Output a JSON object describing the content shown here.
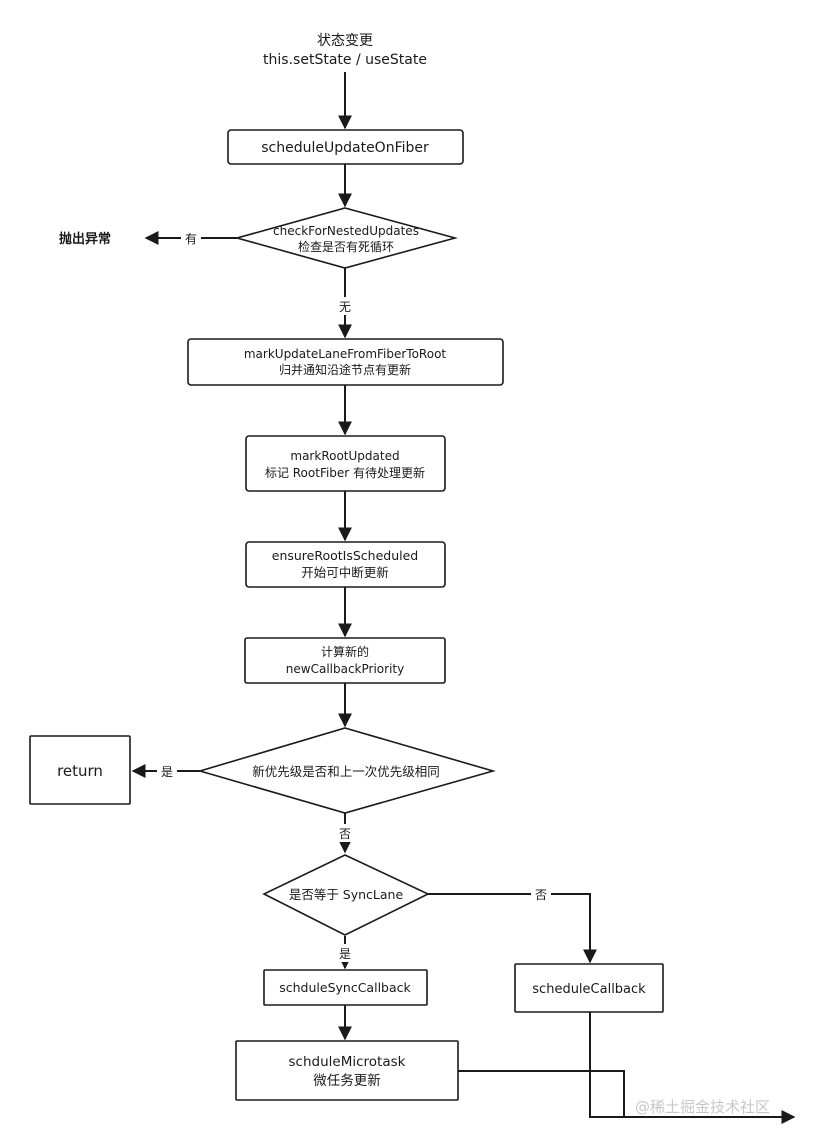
{
  "start": {
    "line1": "状态变更",
    "line2": "this.setState / useState"
  },
  "nodes": {
    "schedule_update": "scheduleUpdateOnFiber",
    "check_nested": {
      "line1": "checkForNestedUpdates",
      "line2": "检查是否有死循环"
    },
    "throw_error": "抛出异常",
    "mark_lane": {
      "line1": "markUpdateLaneFromFiberToRoot",
      "line2": "归并通知沿途节点有更新"
    },
    "mark_root": {
      "line1": "markRootUpdated",
      "line2": "标记 RootFiber 有待处理更新"
    },
    "ensure_root": {
      "line1": "ensureRootIsScheduled",
      "line2": "开始可中断更新"
    },
    "calc_priority": {
      "line1": "计算新的",
      "line2": "newCallbackPriority"
    },
    "same_priority": "新优先级是否和上一次优先级相同",
    "return": "return",
    "is_sync": "是否等于 SyncLane",
    "sync_callback": "schduleSyncCallback",
    "schedule_callback": "scheduleCallback",
    "microtask": {
      "line1": "schduleMicrotask",
      "line2": "微任务更新"
    }
  },
  "edge_labels": {
    "has": "有",
    "none": "无",
    "yes_return": "是",
    "no_same": "否",
    "yes_sync": "是",
    "no_sync": "否"
  },
  "watermark": "@稀土掘金技术社区",
  "colors": {
    "stroke": "#1a1a1a",
    "background": "#ffffff",
    "watermark": "#c8c8c8"
  }
}
